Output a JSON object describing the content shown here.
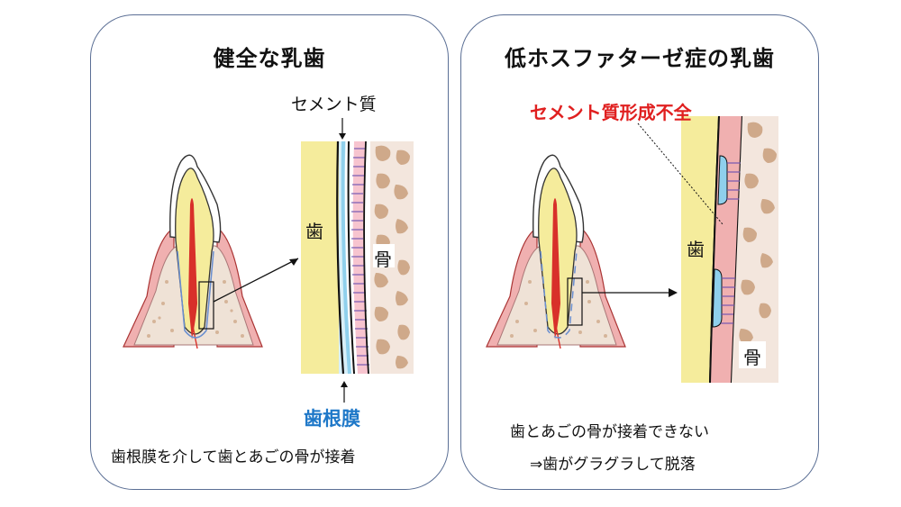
{
  "panels": {
    "left": {
      "title": "健全な乳歯",
      "label_cementum": "セメント質",
      "label_tooth": "歯",
      "label_bone": "骨",
      "label_pdl": "歯根膜",
      "caption": "歯根膜を介して歯とあごの骨が接着"
    },
    "right": {
      "title": "低ホスファターゼ症の乳歯",
      "label_defect": "セメント質形成不全",
      "label_tooth": "歯",
      "label_bone": "骨",
      "caption_line1": "歯とあごの骨が接着できない",
      "caption_line2": "⇒歯がグラグラして脱落"
    }
  },
  "colors": {
    "panel_border": "#5b6f95",
    "dentin": "#f5ec9c",
    "pulp": "#d8302a",
    "gum": "#f0b0b0",
    "bone_bg": "#f3e6dd",
    "bone_spots": "#cfa98a",
    "pdl_blue": "#8fd0ec",
    "pdl_fibers": "#6a4fb0",
    "defect_red": "#e02020",
    "pdl_label_blue": "#1f78c8"
  }
}
